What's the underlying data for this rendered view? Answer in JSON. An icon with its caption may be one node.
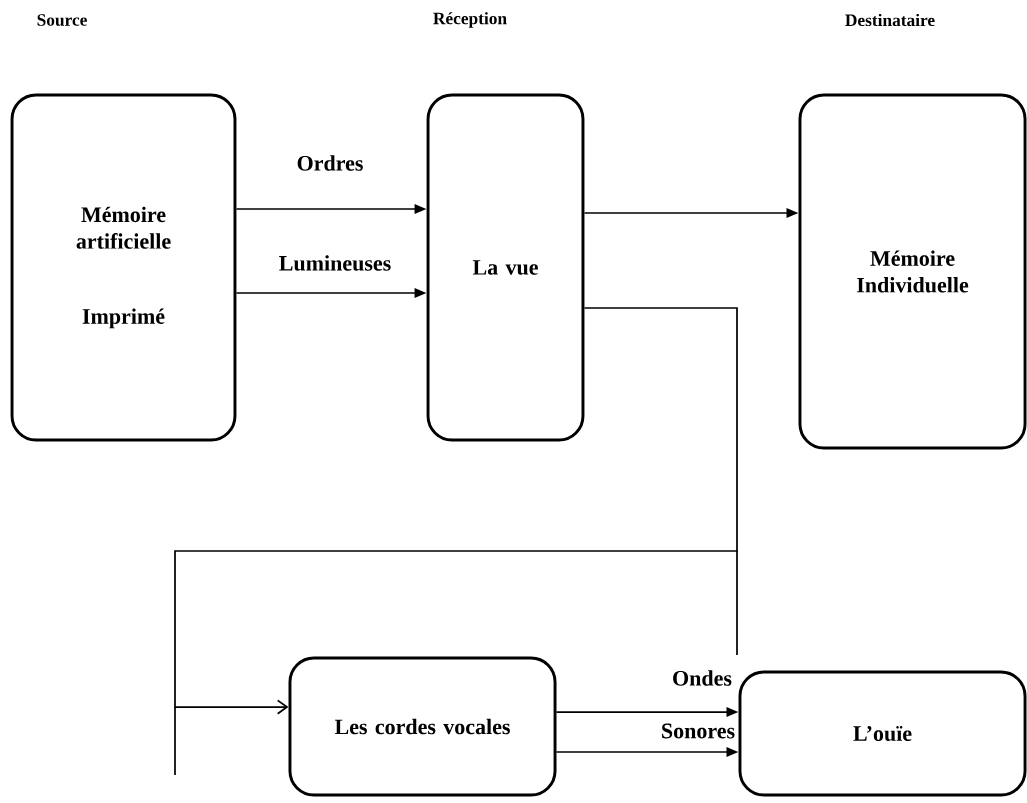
{
  "diagram": {
    "nodes": [
      {
        "text": [
          "Mémoire artificielle",
          "Imprimé"
        ]
      },
      {
        "text": [
          "La vue"
        ]
      },
      {
        "text": [
          "Mémoire Individuelle"
        ]
      },
      {
        "text": [
          "Les cordes vocales"
        ]
      },
      {
        "text": [
          "L’ouïe"
        ]
      }
    ],
    "edges": [
      {
        "from": 0,
        "to": 1,
        "arrow": "to",
        "label": "Ordres"
      },
      {
        "from": 0,
        "to": 1,
        "arrow": "to",
        "label": "Lumineuses"
      },
      {
        "from": 1,
        "to": 2,
        "arrow": "to"
      },
      {
        "from": 1,
        "to": 3,
        "arrow": "to"
      },
      {
        "from": 3,
        "to": 4,
        "arrow": "to",
        "label": "Ondes"
      },
      {
        "from": 3,
        "to": 4,
        "arrow": "to",
        "label": "Sonores"
      }
    ],
    "labels": [
      "Source",
      "Réception",
      "Destinataire"
    ]
  }
}
